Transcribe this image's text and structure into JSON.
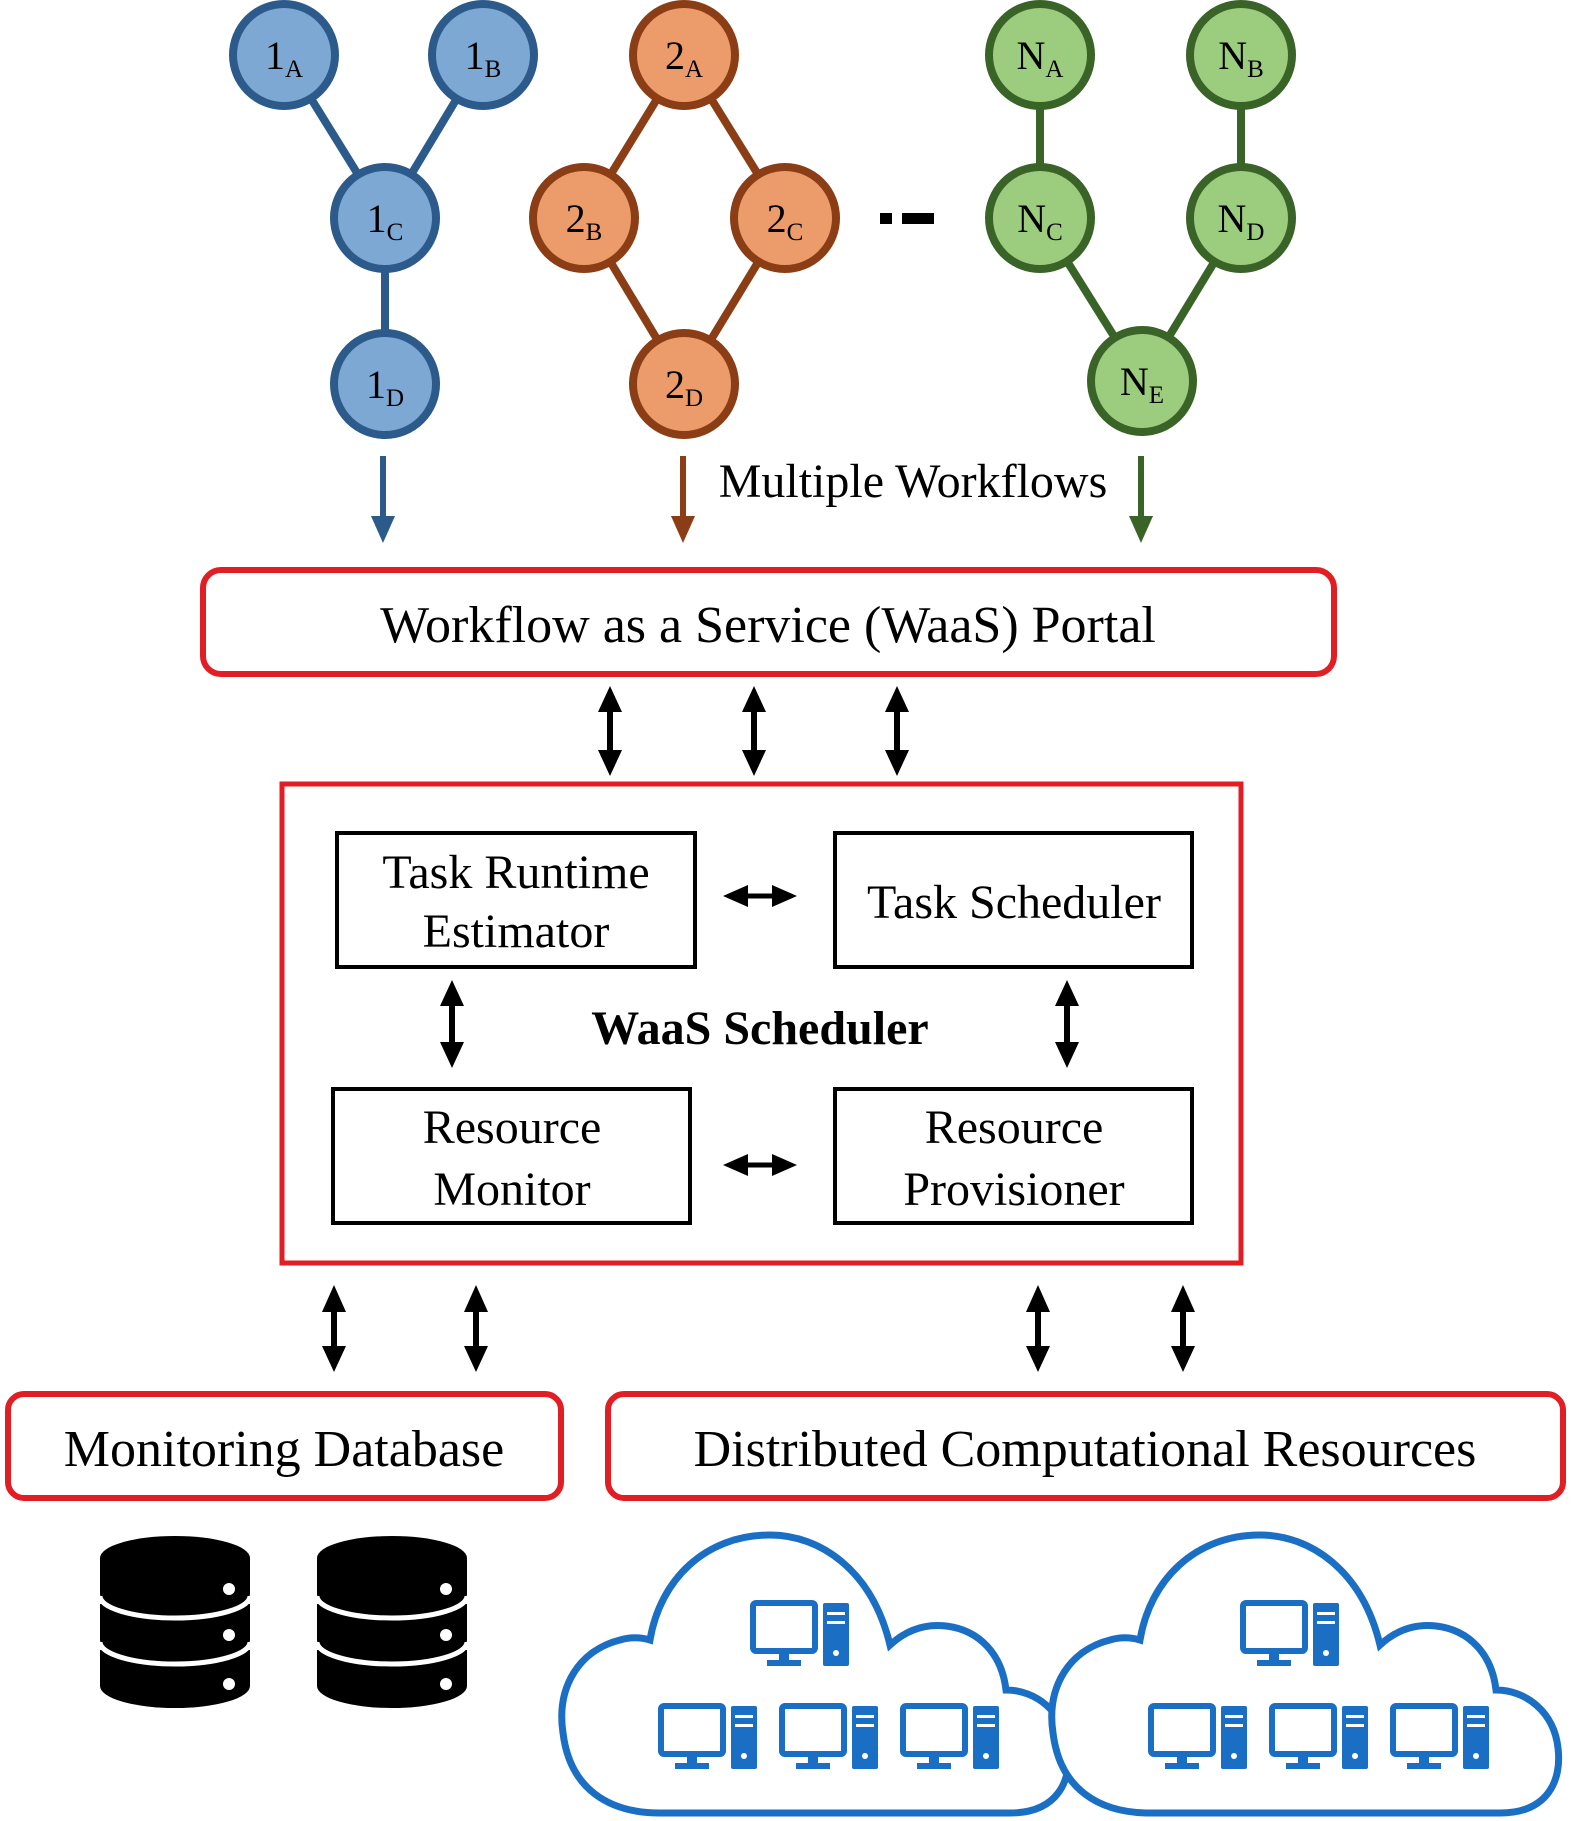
{
  "colors": {
    "wf1_fill": "#7ea8d4",
    "wf1_stroke": "#2c5a8a",
    "wf2_fill": "#ec9b6a",
    "wf2_stroke": "#8b3d15",
    "wfN_fill": "#9ccc7e",
    "wfN_stroke": "#3a6328",
    "red_box": "#e01e24",
    "cloud": "#1a6fc4",
    "black": "#000000"
  },
  "workflows": [
    {
      "id": "wf1",
      "nodes": [
        {
          "id": "1A",
          "base": "1",
          "sub": "A"
        },
        {
          "id": "1B",
          "base": "1",
          "sub": "B"
        },
        {
          "id": "1C",
          "base": "1",
          "sub": "C"
        },
        {
          "id": "1D",
          "base": "1",
          "sub": "D"
        }
      ]
    },
    {
      "id": "wf2",
      "nodes": [
        {
          "id": "2A",
          "base": "2",
          "sub": "A"
        },
        {
          "id": "2B",
          "base": "2",
          "sub": "B"
        },
        {
          "id": "2C",
          "base": "2",
          "sub": "C"
        },
        {
          "id": "2D",
          "base": "2",
          "sub": "D"
        }
      ]
    },
    {
      "id": "wfN",
      "nodes": [
        {
          "id": "NA",
          "base": "N",
          "sub": "A"
        },
        {
          "id": "NB",
          "base": "N",
          "sub": "B"
        },
        {
          "id": "NC",
          "base": "N",
          "sub": "C"
        },
        {
          "id": "ND",
          "base": "N",
          "sub": "D"
        },
        {
          "id": "NE",
          "base": "N",
          "sub": "E"
        }
      ]
    }
  ],
  "workflows_label": "Multiple Workflows",
  "portal_label": "Workflow as a Service (WaaS) Portal",
  "scheduler": {
    "title": "WaaS Scheduler",
    "runtime_estimator": [
      "Task Runtime",
      "Estimator"
    ],
    "task_scheduler": "Task Scheduler",
    "resource_monitor": [
      "Resource",
      "Monitor"
    ],
    "resource_provisioner": [
      "Resource",
      "Provisioner"
    ]
  },
  "monitoring_db_label": "Monitoring Database",
  "distributed_resources_label": "Distributed Computational Resources",
  "icons": {
    "database": "database-icon",
    "cloud": "cloud-icon",
    "computer": "computer-icon"
  }
}
